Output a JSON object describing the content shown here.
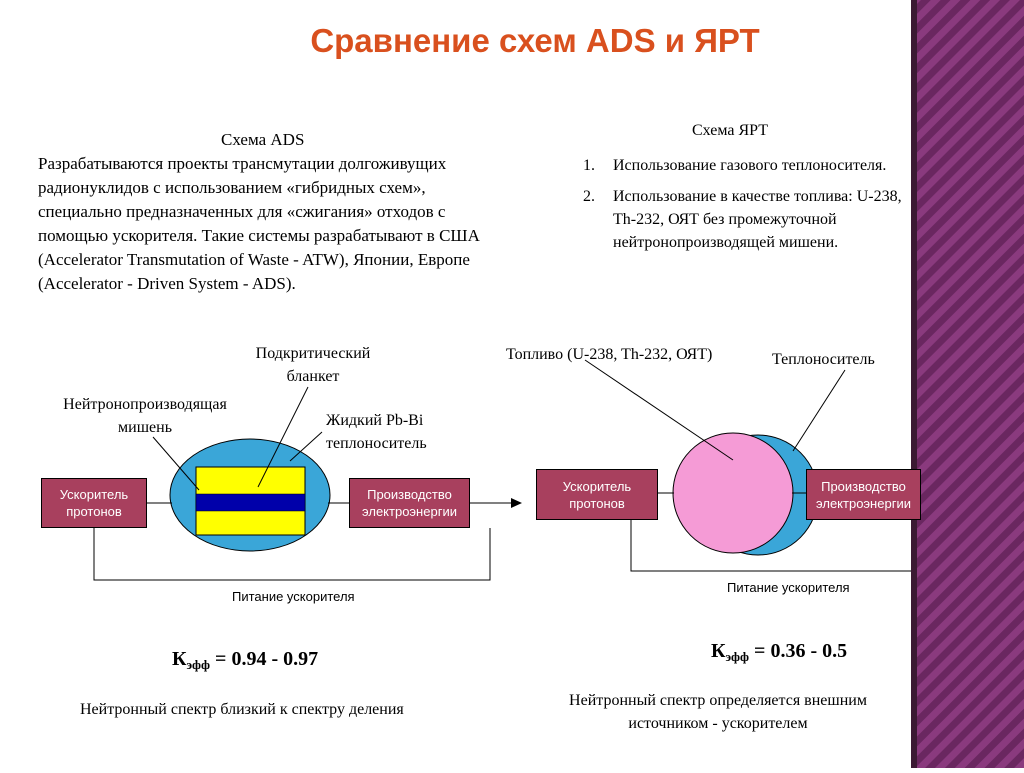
{
  "title": "Сравнение схем ADS и ЯРТ",
  "ads": {
    "heading": "Схема ADS",
    "description": "Разрабатываются проекты трансмутации долгоживущих радионуклидов с использованием «гибридных схем», специально предназначенных для «сжигания» отходов с помощью ускорителя. Такие системы разрабатывают в США (Accelerator Transmutation of Waste - ATW), Японии, Европе (Accelerator - Driven System - ADS).",
    "label_blanket_line1": "Подкритический",
    "label_blanket_line2": "бланкет",
    "label_target_line1": "Нейтронопроизводящая",
    "label_target_line2": "мишень",
    "label_coolant_line1": "Жидкий Pb-Bi",
    "label_coolant_line2": "теплоноситель",
    "box_accelerator_line1": "Ускоритель",
    "box_accelerator_line2": "протонов",
    "box_power_line1": "Производство",
    "box_power_line2": "электроэнергии",
    "feedback_label": "Питание ускорителя",
    "keff_symbol": "К",
    "keff_sub": "эфф",
    "keff_value": " = 0.94 - 0.97",
    "spectrum": "Нейтронный спектр близкий к спектру деления"
  },
  "yart": {
    "heading": "Схема ЯРТ",
    "items": [
      {
        "num": "1.",
        "text": "Использование газового теплоносителя."
      },
      {
        "num": "2.",
        "text": "Использование в качестве топлива: U-238, Th-232, ОЯТ без промежуточной нейтронопроизводящей мишени."
      }
    ],
    "label_fuel": "Топливо (U-238, Th-232, ОЯТ)",
    "label_coolant": "Теплоноситель",
    "box_accelerator_line1": "Ускоритель",
    "box_accelerator_line2": "протонов",
    "box_power_line1": "Производство",
    "box_power_line2": "электроэнергии",
    "feedback_label": "Питание ускорителя",
    "keff_symbol": "К",
    "keff_sub": "эфф",
    "keff_value": " = 0.36 - 0.5",
    "spectrum_line1": "Нейтронный спектр определяется внешним",
    "spectrum_line2": "источником - ускорителем"
  },
  "colors": {
    "title": "#d9501e",
    "box_fill": "#a8405e",
    "ads_ellipse": "#3aa6d8",
    "ads_yellow": "#ffff00",
    "ads_blue_band": "#0000aa",
    "yart_back_circle": "#3aa6d8",
    "yart_front_circle": "#f59bd6",
    "stripe": "#7a2e6e"
  }
}
